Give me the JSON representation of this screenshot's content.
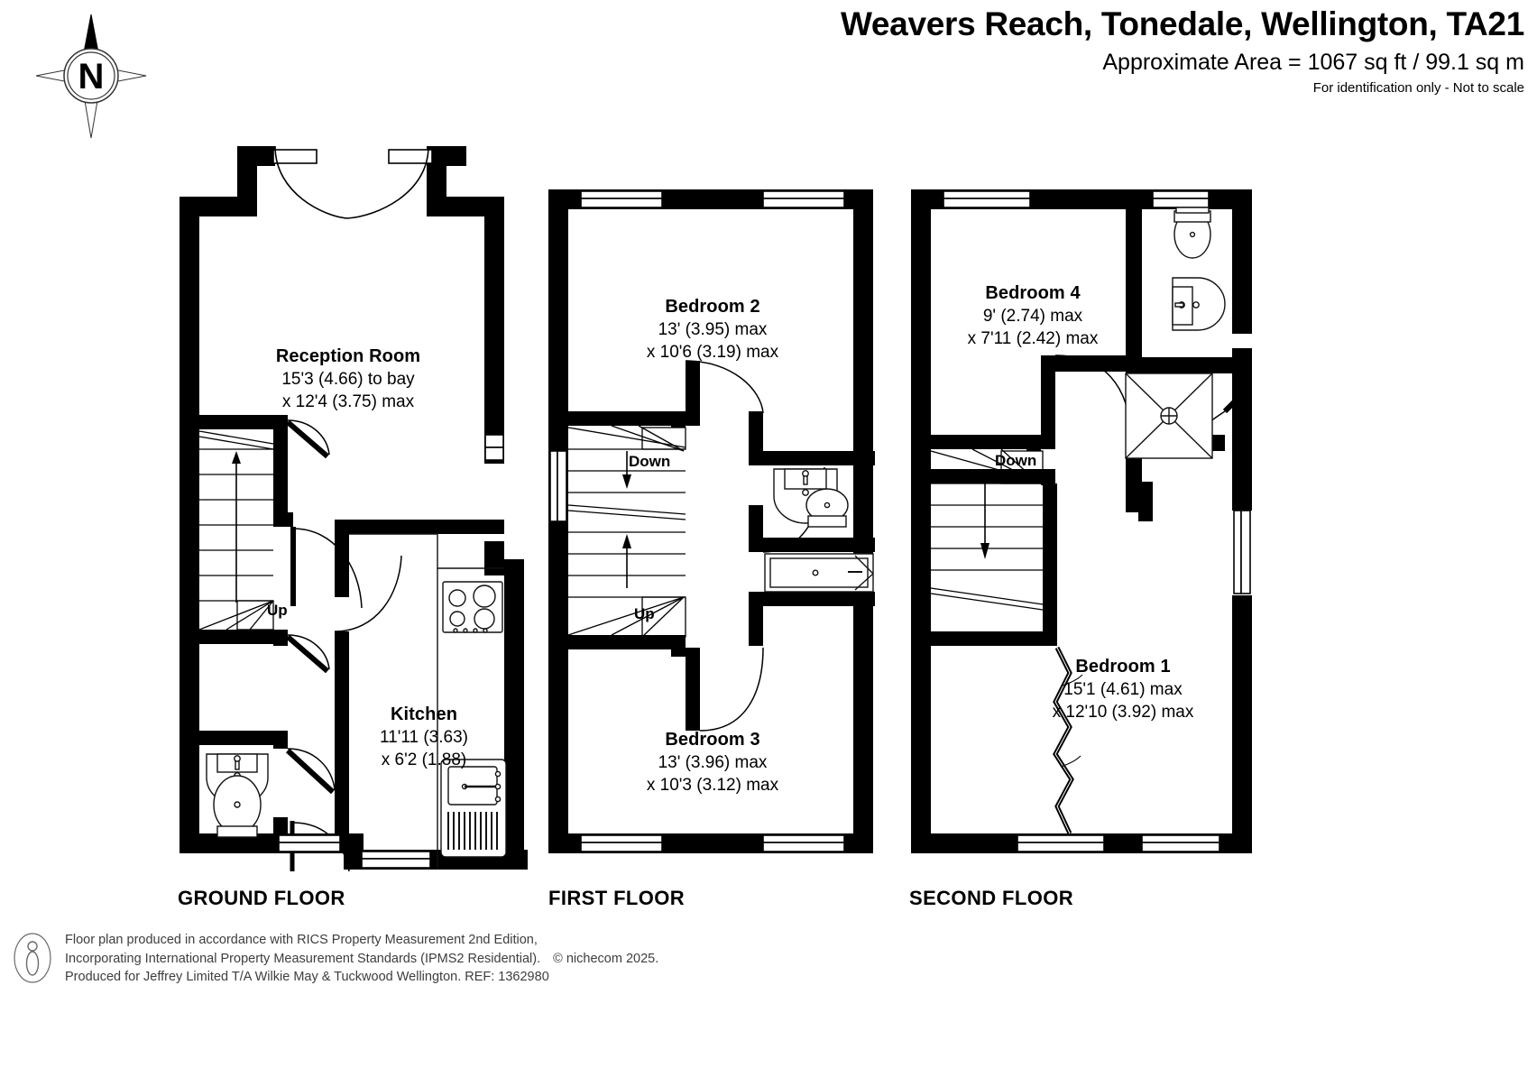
{
  "header": {
    "title": "Weavers Reach, Tonedale, Wellington, TA21",
    "area": "Approximate Area = 1067 sq ft / 99.1 sq m",
    "disclaimer": "For identification only - Not to scale"
  },
  "compass": {
    "label": "N"
  },
  "floors": [
    {
      "id": "ground",
      "label": "GROUND FLOOR"
    },
    {
      "id": "first",
      "label": "FIRST FLOOR"
    },
    {
      "id": "second",
      "label": "SECOND FLOOR"
    }
  ],
  "rooms": {
    "reception": {
      "name": "Reception Room",
      "dim1": "15'3 (4.66) to bay",
      "dim2": "x 12'4 (3.75) max"
    },
    "kitchen": {
      "name": "Kitchen",
      "dim1": "11'11 (3.63)",
      "dim2": "x 6'2 (1.88)"
    },
    "bedroom2": {
      "name": "Bedroom 2",
      "dim1": "13' (3.95) max",
      "dim2": "x 10'6 (3.19) max"
    },
    "bedroom3": {
      "name": "Bedroom 3",
      "dim1": "13' (3.96) max",
      "dim2": "x 10'3 (3.12) max"
    },
    "bedroom4": {
      "name": "Bedroom 4",
      "dim1": "9' (2.74) max",
      "dim2": "x 7'11 (2.42) max"
    },
    "bedroom1": {
      "name": "Bedroom 1",
      "dim1": "15'1 (4.61) max",
      "dim2": "x 12'10 (3.92) max"
    }
  },
  "stair_notes": {
    "ground_up": "Up",
    "first_down": "Down",
    "first_up": "Up",
    "second_down": "Down"
  },
  "footer": {
    "line1": "Floor plan produced in accordance with RICS Property Measurement 2nd Edition,",
    "line2a": "Incorporating International Property Measurement Standards (IPMS2 Residential).",
    "line2b": "© nichecom 2025.",
    "line3": "Produced for Jeffrey Limited T/A Wilkie May & Tuckwood Wellington.   REF: 1362980"
  },
  "colors": {
    "wall": "#000000",
    "paper": "#ffffff",
    "fixture_line": "#1a1a1a",
    "footer_text": "#3d3d3d"
  }
}
